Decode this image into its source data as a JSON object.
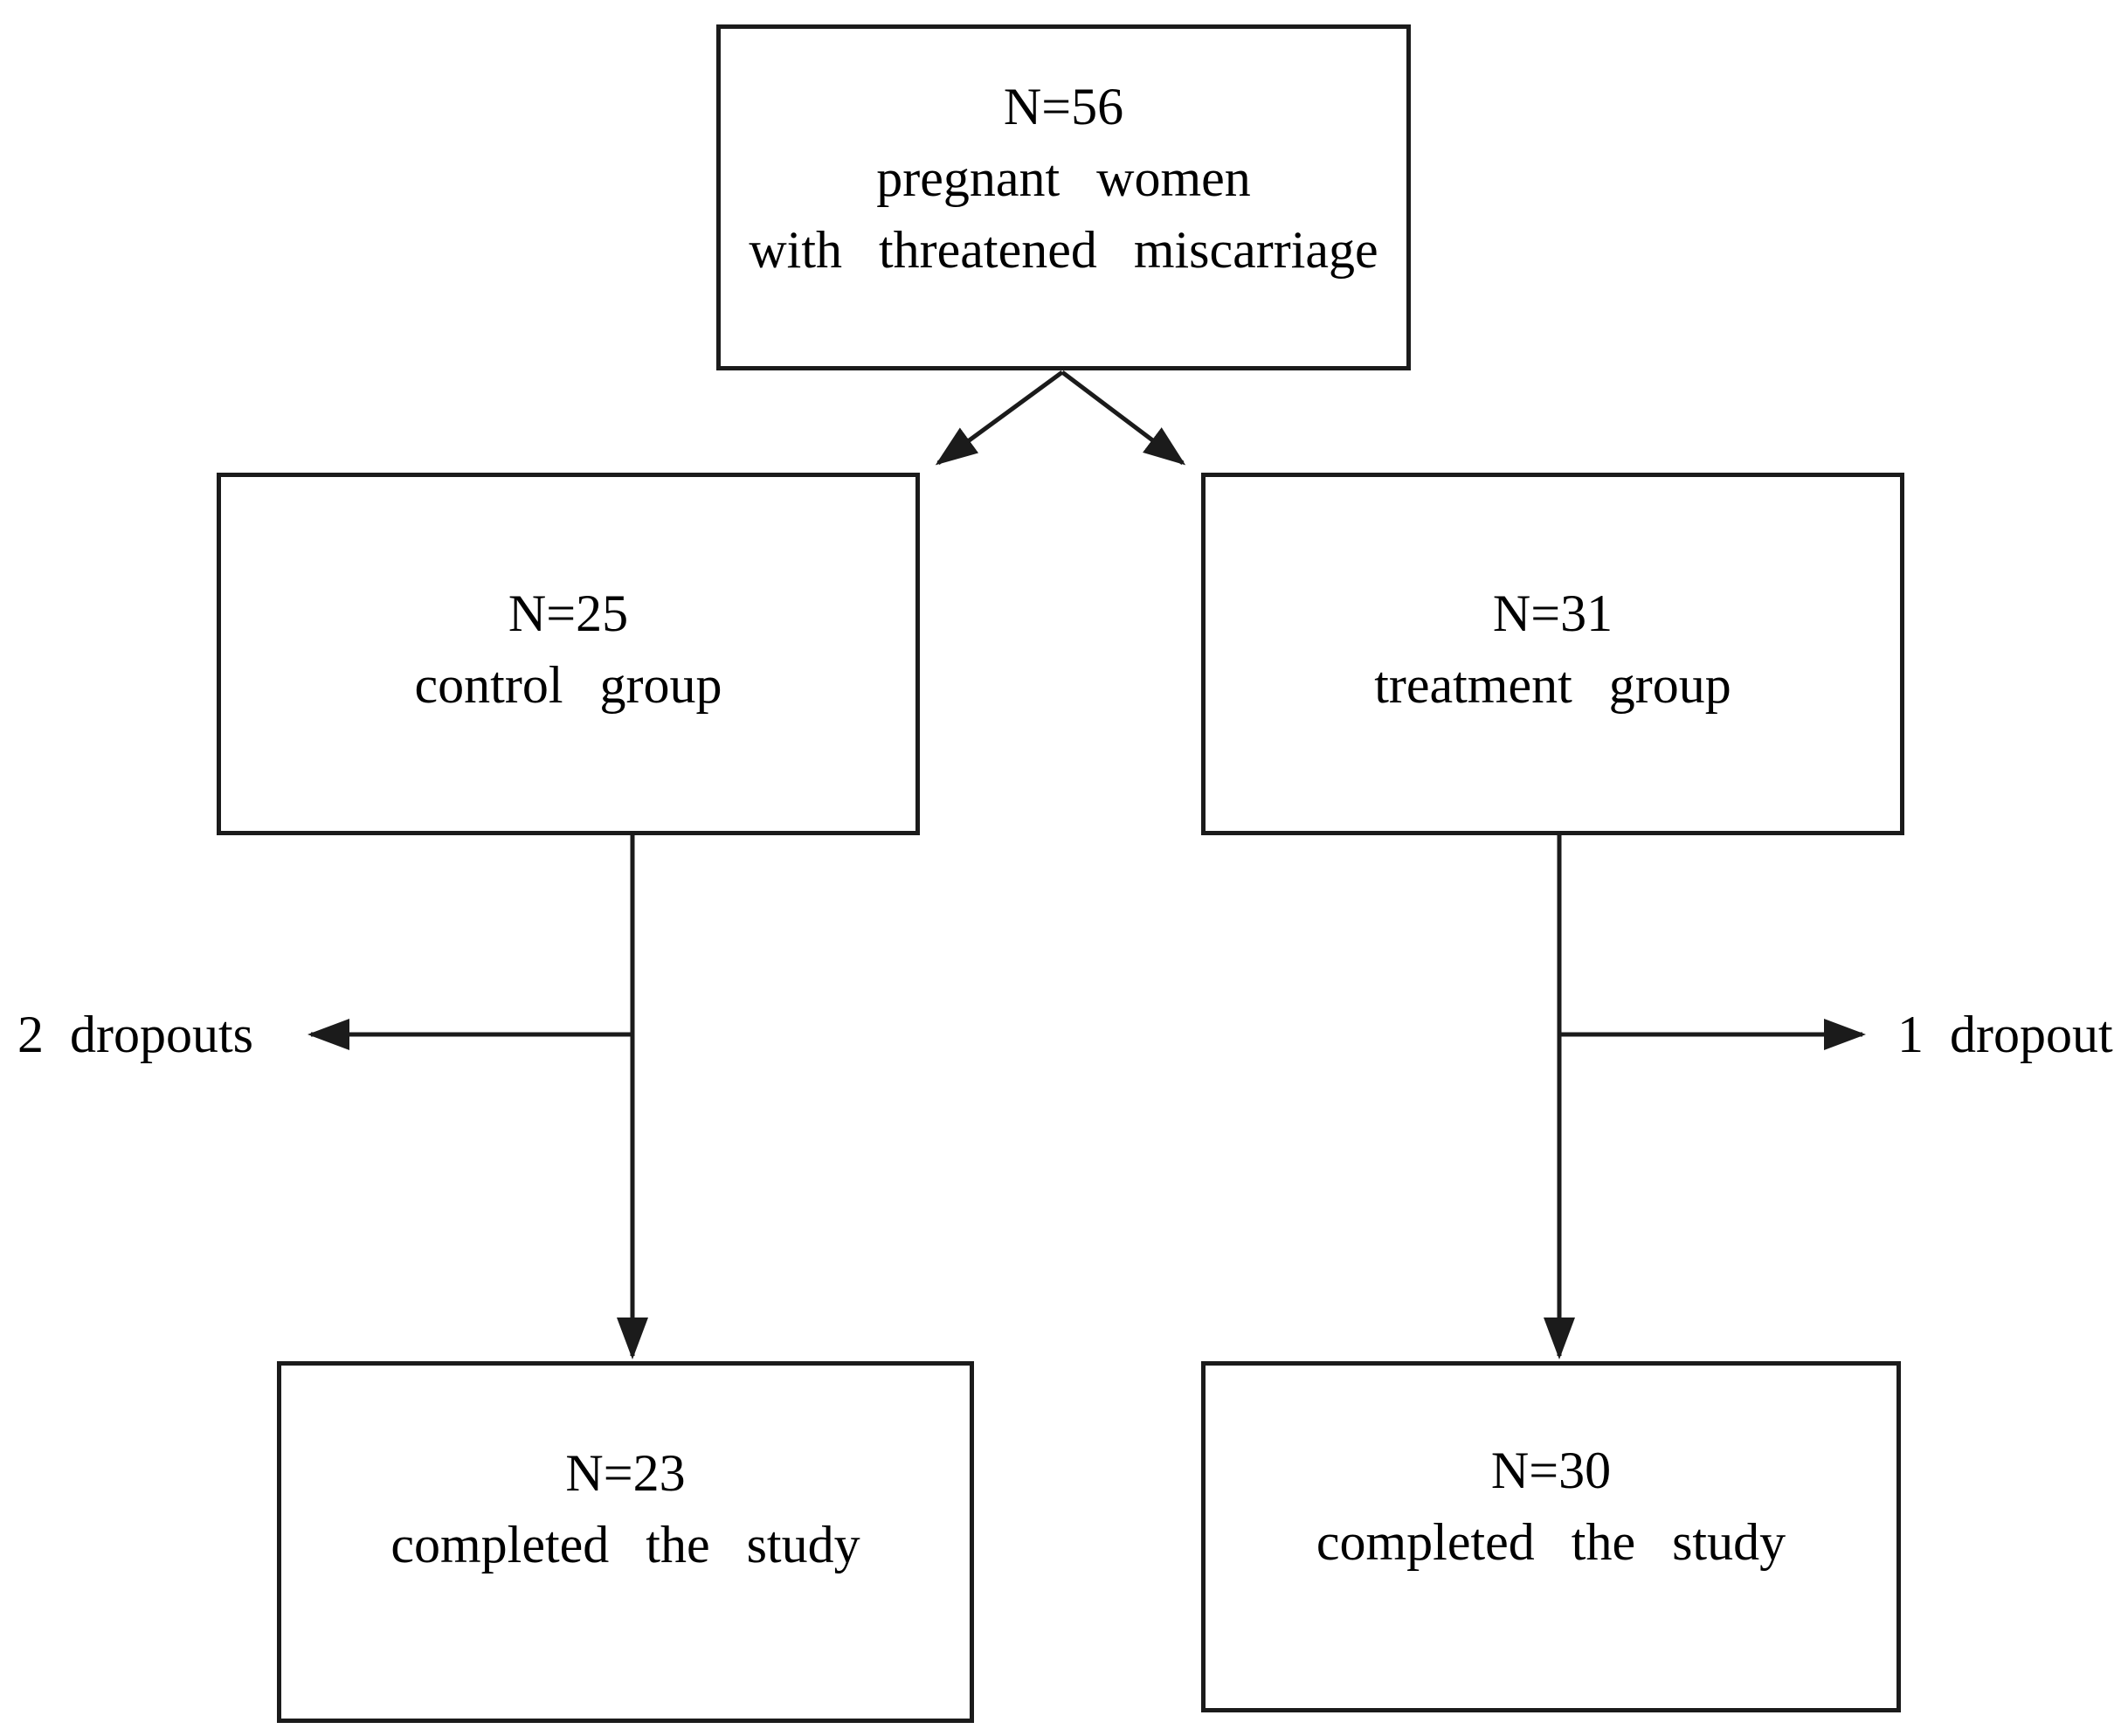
{
  "flowchart": {
    "enrollment_box": {
      "count": "N=56",
      "line2": "pregnant women",
      "line3": "with threatened miscarriage"
    },
    "control_box": {
      "count": "N=25",
      "label": "control group"
    },
    "treatment_box": {
      "count": "N=31",
      "label": "treatment group"
    },
    "control_dropout_label": "2 dropouts",
    "treatment_dropout_label": "1 dropout",
    "control_completed_box": {
      "count": "N=23",
      "label": "completed the study"
    },
    "treatment_completed_box": {
      "count": "N=30",
      "label": "completed the study"
    },
    "colors": {
      "line": "#1b1b1b",
      "text": "#000000",
      "background": "#ffffff"
    }
  }
}
